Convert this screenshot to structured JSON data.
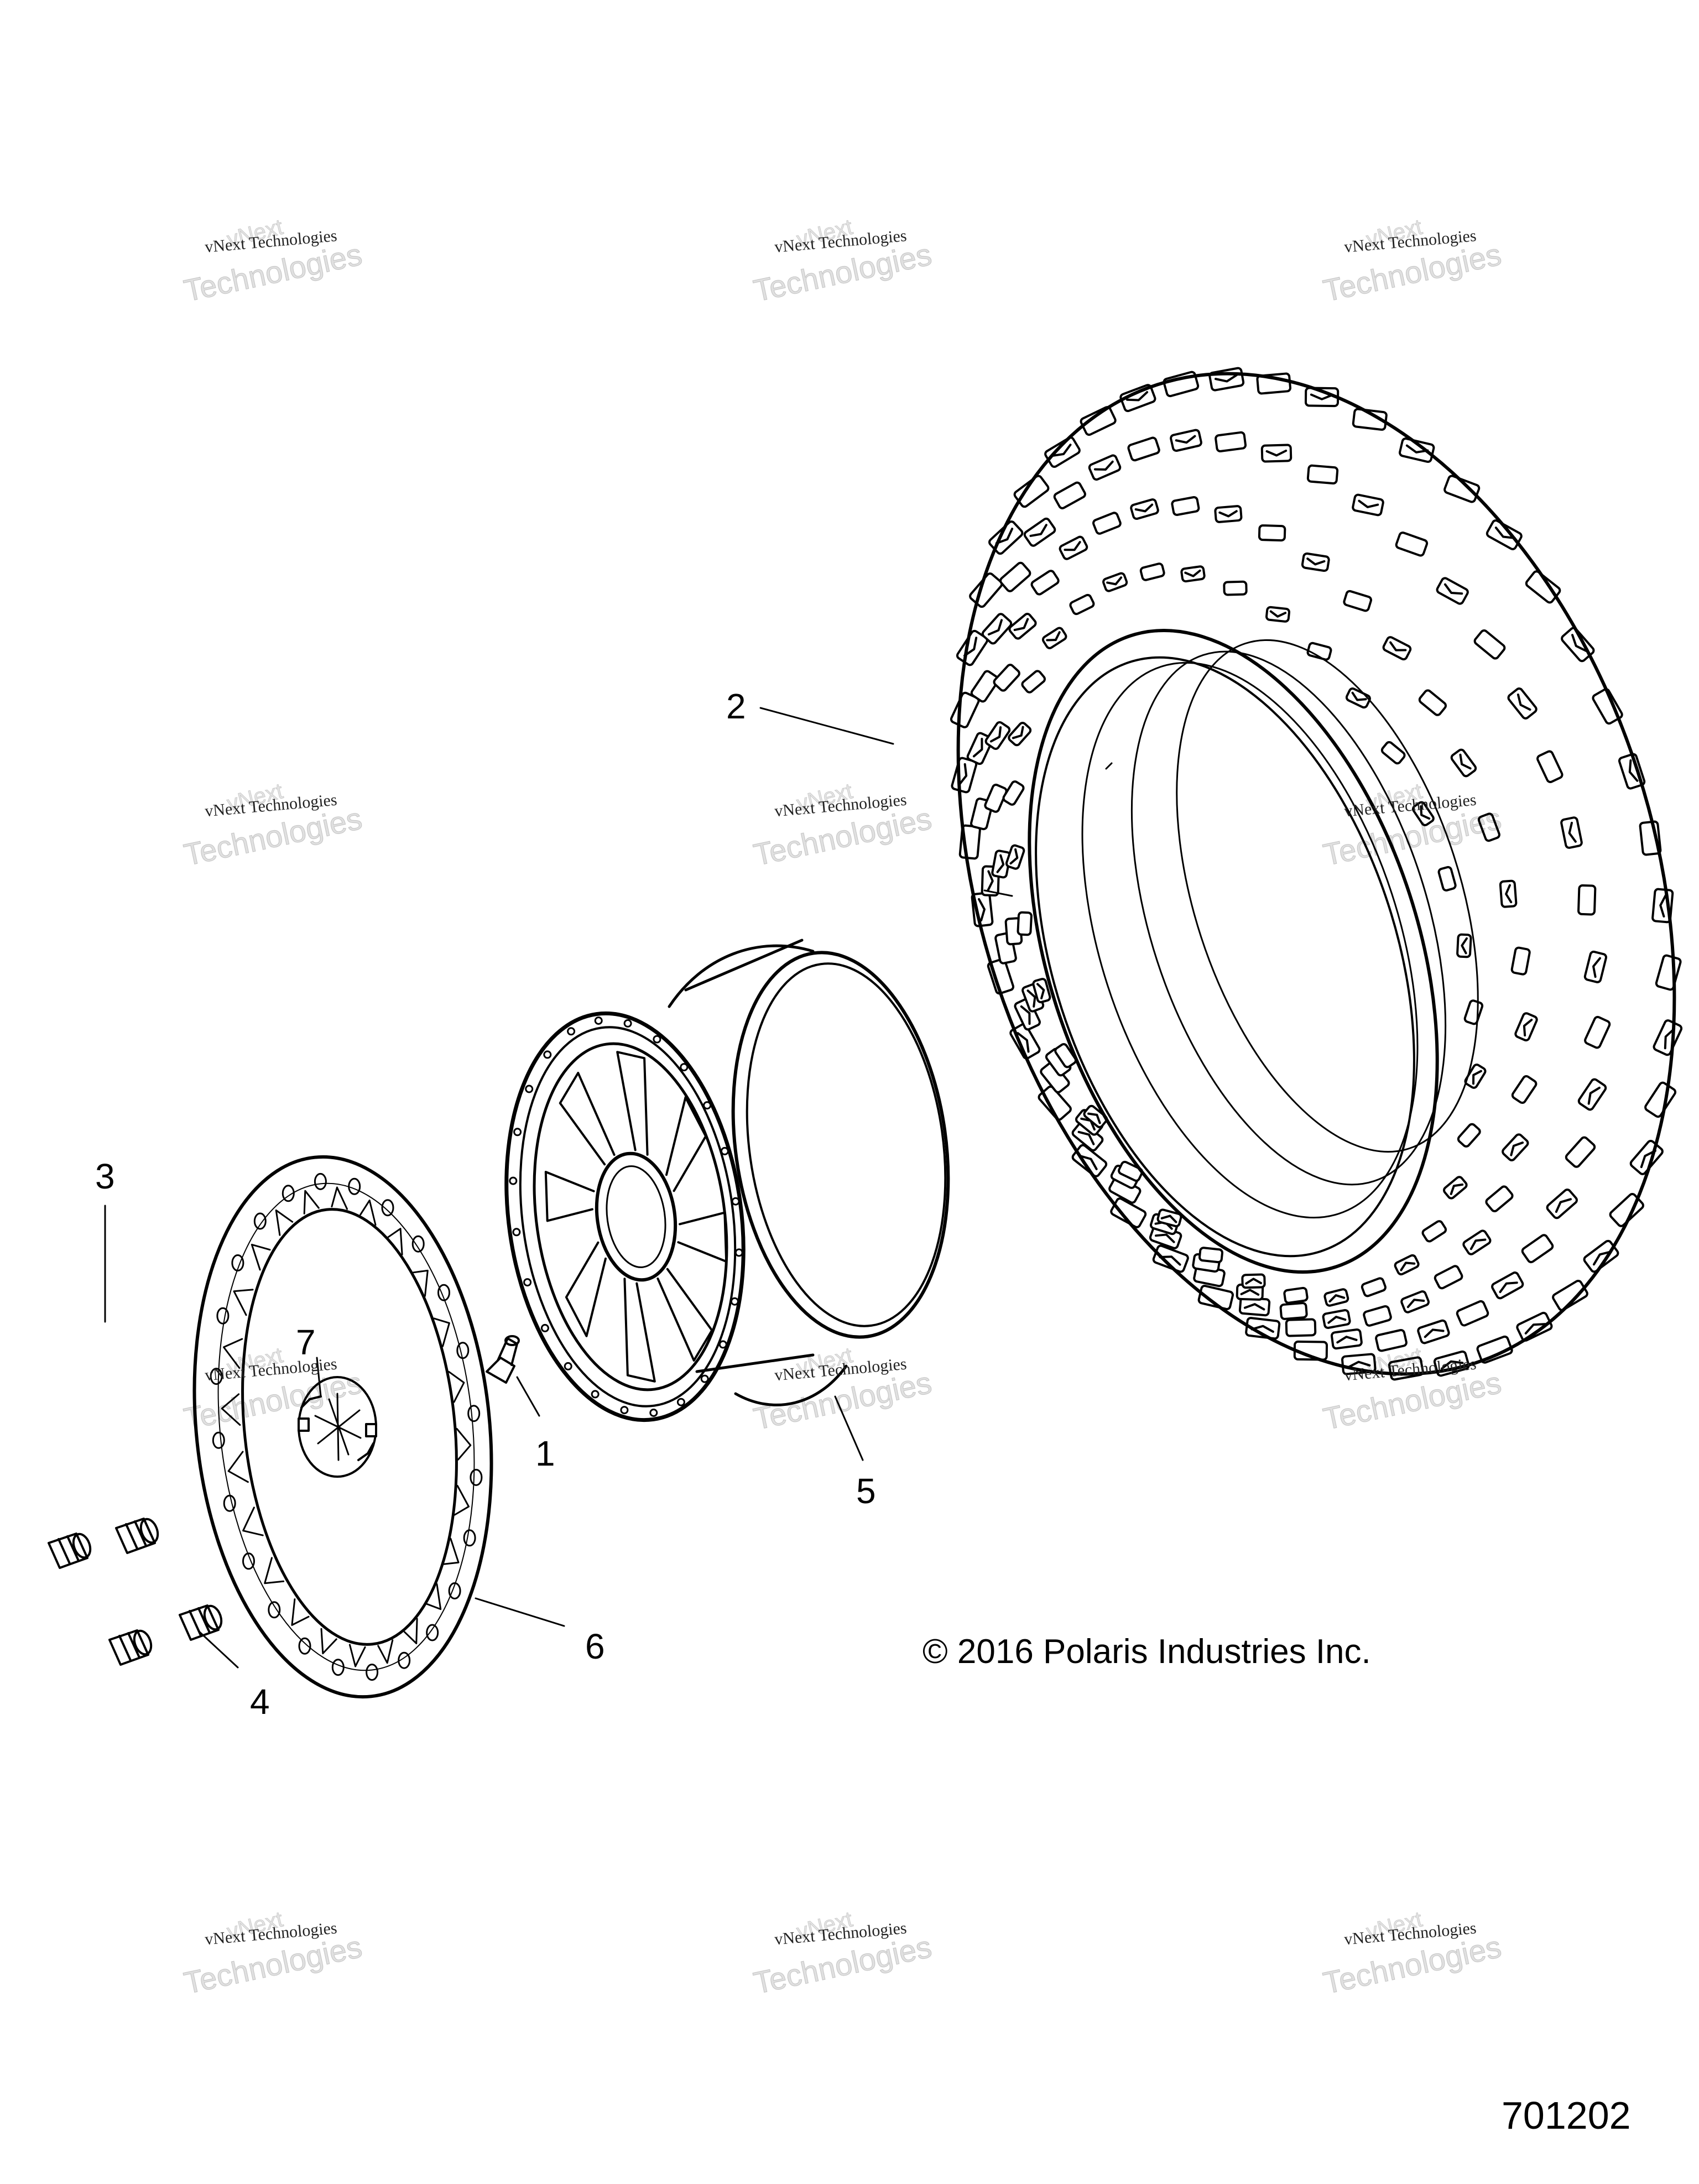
{
  "diagram": {
    "callouts": [
      "1",
      "2",
      "3",
      "4",
      "5",
      "6",
      "7"
    ],
    "copyright": "© 2016 Polaris Industries Inc.",
    "figure_number": "701202",
    "watermark": {
      "line1": "vNext Technologies",
      "line2": "Technologies",
      "line3": "vNext"
    },
    "line_color": "#000000",
    "background": "#ffffff"
  }
}
